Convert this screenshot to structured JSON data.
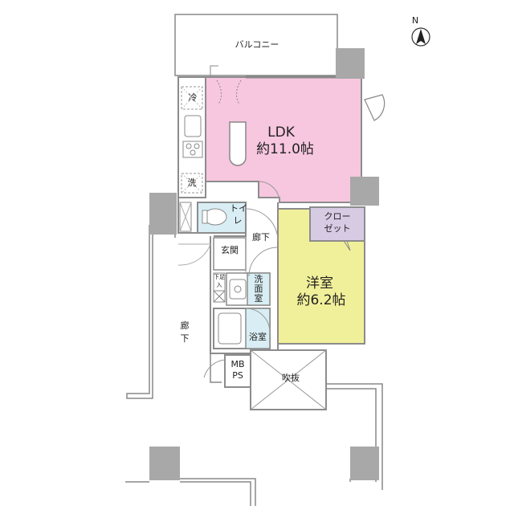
{
  "compass": {
    "label": "N"
  },
  "rooms": {
    "balcony": "バルコニー",
    "ldk_name": "LDK",
    "ldk_area": "約11.0帖",
    "western_name": "洋室",
    "western_area": "約6.2帖",
    "closet_l1": "クロー",
    "closet_l2": "ゼット",
    "toilet_l1": "トイ",
    "toilet_l2": "レ",
    "hall_inner": "廊下",
    "entrance": "玄関",
    "shoe_l1": "下足",
    "shoe_l2": "入",
    "washroom_l1": "洗",
    "washroom_l2": "面",
    "washroom_l3": "室",
    "bathroom": "浴室",
    "mbps_l1": "MB",
    "mbps_l2": "PS",
    "atrium": "吹抜",
    "corridor_l1": "廊",
    "corridor_l2": "下",
    "fridge": "冷",
    "washer": "洗"
  },
  "colors": {
    "ldk": "#f7c6df",
    "western": "#f1f09a",
    "closet": "#d7cbe4",
    "wet": "#d8eef4",
    "wall": "#8c8c8c",
    "column": "#a8a8a8"
  }
}
